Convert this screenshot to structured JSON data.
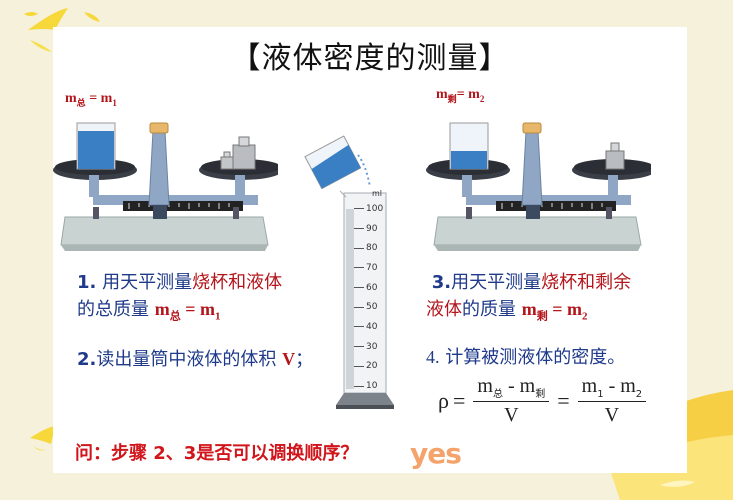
{
  "slide": {
    "title": "【液体密度的测量】",
    "colors": {
      "background": "#f6f1da",
      "panel": "#ffffff",
      "step_text_blue": "#1f3a8a",
      "emphasis_red": "#b3151b",
      "question_red": "#d0151b",
      "yes_orange": "#f4a36a",
      "liquid_blue": "#3a7fc4",
      "decoration_yellow": "#f7d83a"
    },
    "scale_left": {
      "label_m": "m",
      "label_sub": "总",
      "label_eq": " = m",
      "label_idx": "1"
    },
    "scale_right": {
      "label_m": "m",
      "label_sub": "剩",
      "label_eq": "= m",
      "label_idx": "2"
    },
    "cylinder": {
      "unit": "ml",
      "ticks": [
        "100",
        "90",
        "80",
        "70",
        "60",
        "50",
        "40",
        "30",
        "20",
        "10"
      ]
    },
    "steps": [
      {
        "num": "1.",
        "text_blue": " 用天平测量",
        "text_red": "烧杯和液体",
        "line2_blue": "的总质量 ",
        "formula_m": "m",
        "formula_sub": "总",
        "formula_eq": " = m",
        "formula_idx": "1"
      },
      {
        "num": "2.",
        "text_blue": "读出量筒中液体的体积 ",
        "text_red": "V",
        "tail": "；"
      },
      {
        "num": "3.",
        "text_blue": "用天平测量",
        "text_red": "烧杯和剩余",
        "line2_red": "液体",
        "line2_blue": "的质量  ",
        "formula_m": "m",
        "formula_sub": "剩",
        "formula_eq": " = m",
        "formula_idx": "2"
      },
      {
        "num": "4.",
        "text_blue": " 计算被测液体的密度。"
      }
    ],
    "formula": {
      "rho": "ρ",
      "eq": "=",
      "frac1_num_a": "m",
      "frac1_num_a_sub": "总",
      "frac1_minus": " - ",
      "frac1_num_b": "m",
      "frac1_num_b_sub": "剩",
      "frac1_den": "V",
      "frac2_num_a": "m",
      "frac2_num_a_sub": "1",
      "frac2_minus": " - ",
      "frac2_num_b": "m",
      "frac2_num_b_sub": "2",
      "frac2_den": "V"
    },
    "question": "问：步骤 2、3是否可以调换顺序？",
    "answer": "yes"
  }
}
